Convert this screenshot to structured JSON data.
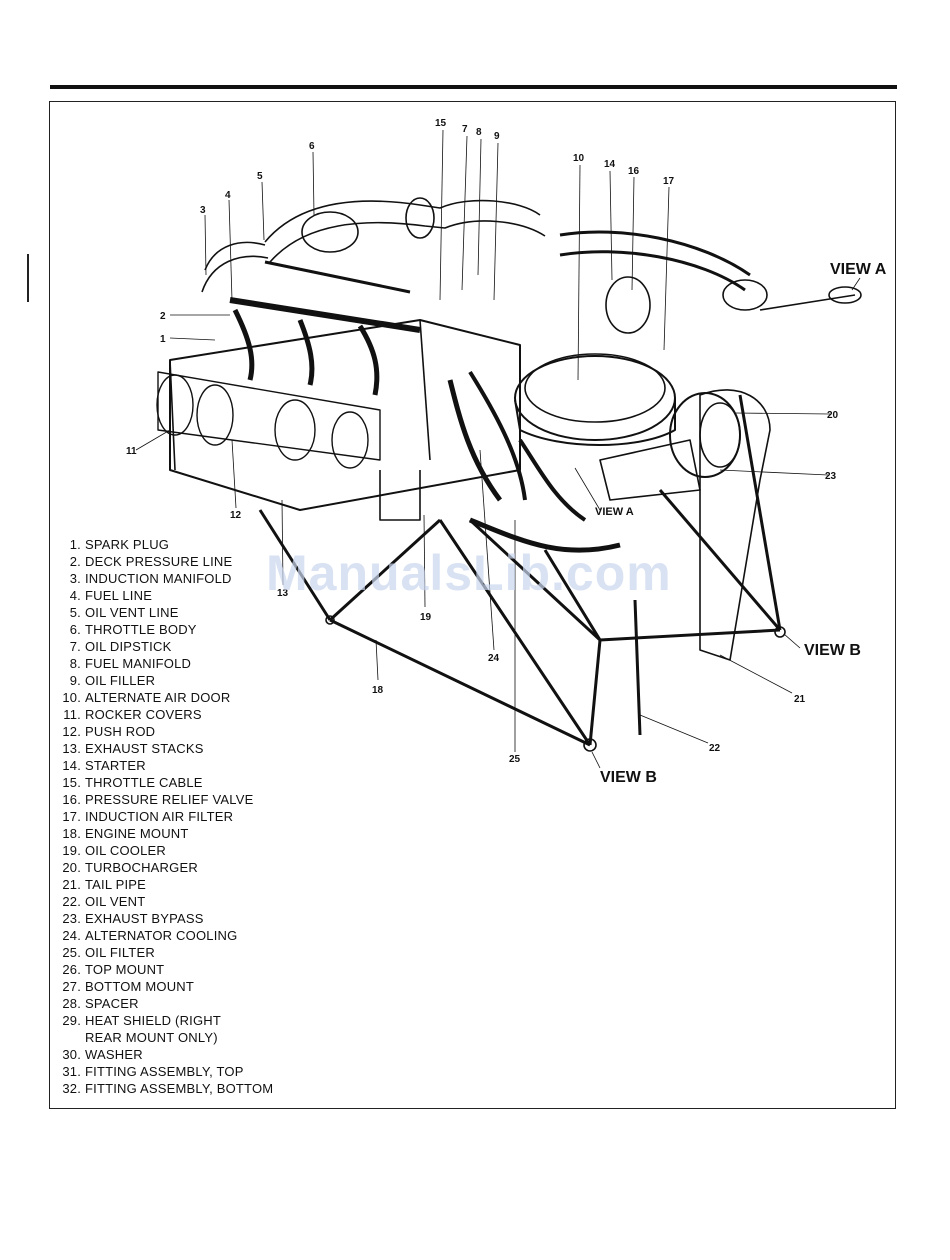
{
  "watermark": "ManualsLib.com",
  "views": {
    "view_a_top": "VIEW A",
    "view_a_small": "VIEW A",
    "view_b_right": "VIEW B",
    "view_b_bottom": "VIEW B"
  },
  "callouts": [
    "15",
    "7",
    "8",
    "9",
    "10",
    "14",
    "16",
    "17",
    "6",
    "5",
    "3",
    "4",
    "2",
    "1",
    "11",
    "12",
    "13",
    "19",
    "18",
    "24",
    "25",
    "20",
    "23",
    "21",
    "22"
  ],
  "legend": [
    {
      "n": "1.",
      "label": "SPARK PLUG"
    },
    {
      "n": "2.",
      "label": "DECK PRESSURE LINE"
    },
    {
      "n": "3.",
      "label": "INDUCTION MANIFOLD"
    },
    {
      "n": "4.",
      "label": "FUEL LINE"
    },
    {
      "n": "5.",
      "label": "OIL VENT LINE"
    },
    {
      "n": "6.",
      "label": "THROTTLE BODY"
    },
    {
      "n": "7.",
      "label": "OIL DIPSTICK"
    },
    {
      "n": "8.",
      "label": "FUEL MANIFOLD"
    },
    {
      "n": "9.",
      "label": "OIL FILLER"
    },
    {
      "n": "10.",
      "label": "ALTERNATE AIR DOOR"
    },
    {
      "n": "11.",
      "label": "ROCKER COVERS"
    },
    {
      "n": "12.",
      "label": "PUSH ROD"
    },
    {
      "n": "13.",
      "label": "EXHAUST STACKS"
    },
    {
      "n": "14.",
      "label": "STARTER"
    },
    {
      "n": "15.",
      "label": "THROTTLE CABLE"
    },
    {
      "n": "16.",
      "label": "PRESSURE RELIEF VALVE"
    },
    {
      "n": "17.",
      "label": "INDUCTION AIR FILTER"
    },
    {
      "n": "18.",
      "label": "ENGINE MOUNT"
    },
    {
      "n": "19.",
      "label": "OIL COOLER"
    },
    {
      "n": "20.",
      "label": "TURBOCHARGER"
    },
    {
      "n": "21.",
      "label": "TAIL PIPE"
    },
    {
      "n": "22.",
      "label": "OIL VENT"
    },
    {
      "n": "23.",
      "label": "EXHAUST BYPASS"
    },
    {
      "n": "24.",
      "label": "ALTERNATOR COOLING"
    },
    {
      "n": "25.",
      "label": "OIL FILTER"
    },
    {
      "n": "26.",
      "label": "TOP MOUNT"
    },
    {
      "n": "27.",
      "label": "BOTTOM MOUNT"
    },
    {
      "n": "28.",
      "label": "SPACER"
    },
    {
      "n": "29.",
      "label": "HEAT SHIELD (RIGHT"
    },
    {
      "n": "",
      "label": "REAR MOUNT ONLY)"
    },
    {
      "n": "30.",
      "label": "WASHER"
    },
    {
      "n": "31.",
      "label": "FITTING ASSEMBLY, TOP"
    },
    {
      "n": "32.",
      "label": "FITTING ASSEMBLY, BOTTOM"
    }
  ]
}
